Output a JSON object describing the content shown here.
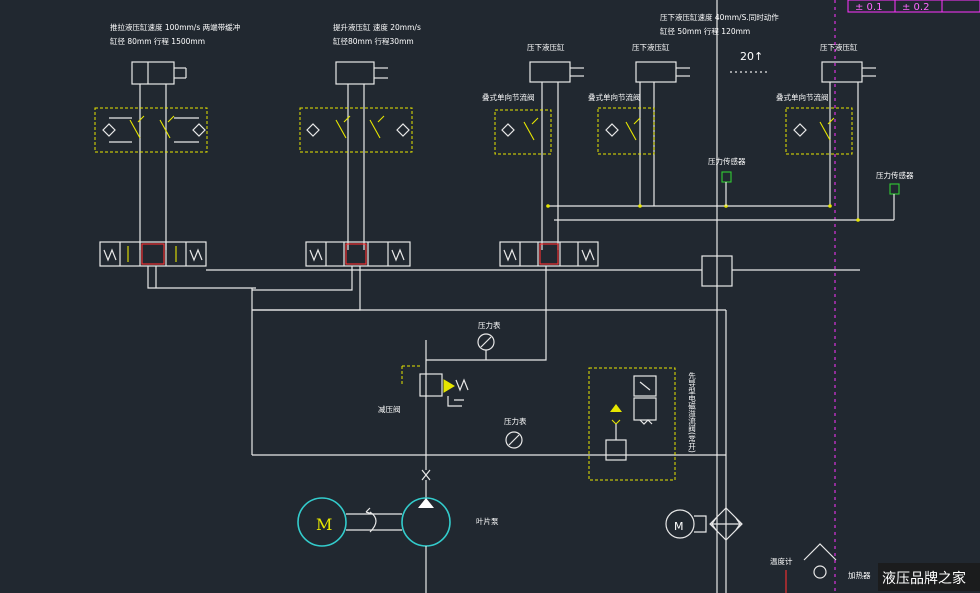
{
  "labels": {
    "cyl1_line1": "推拉液压缸速度 100mm/s 两端带缓冲",
    "cyl1_line2": "缸径 80mm 行程 1500mm",
    "cyl2_line1": "提升液压缸 速度 20mm/s",
    "cyl2_line2": "缸径80mm 行程30mm",
    "cyl3_top": "压下液压缸",
    "cyl4_top": "压下液压缸",
    "cyl5_top_line1": "压下液压缸速度 40mm/S.同时动作",
    "cyl5_top_line2": "缸径 50mm 行程 120mm",
    "cyl5_top": "压下液压缸",
    "count_20": "20↑",
    "valve3": "叠式单向节流阀",
    "valve4": "叠式单向节流阀",
    "valve5": "叠式单向节流阀",
    "sensor1": "压力传感器",
    "sensor2": "压力传感器",
    "gauge1": "压力表",
    "gauge2": "压力表",
    "relief": "减压阀",
    "solenoid_relief": "先导型电磁溢流阀(常开)",
    "motor": "M",
    "motor2": "M",
    "pump": "叶片泵",
    "thermo": "温度计",
    "heater": "加热器",
    "tol1": "± 0.1",
    "tol2": "± 0.2",
    "watermark": "液压品牌之家"
  },
  "colors": {
    "line": "#e8e8e8",
    "valve_box": "#e6e600",
    "spool": "#ff3030",
    "motor": "#33cccc",
    "sensor": "#33cc33",
    "tolerance": "#ff33ff",
    "background": "#212830"
  }
}
